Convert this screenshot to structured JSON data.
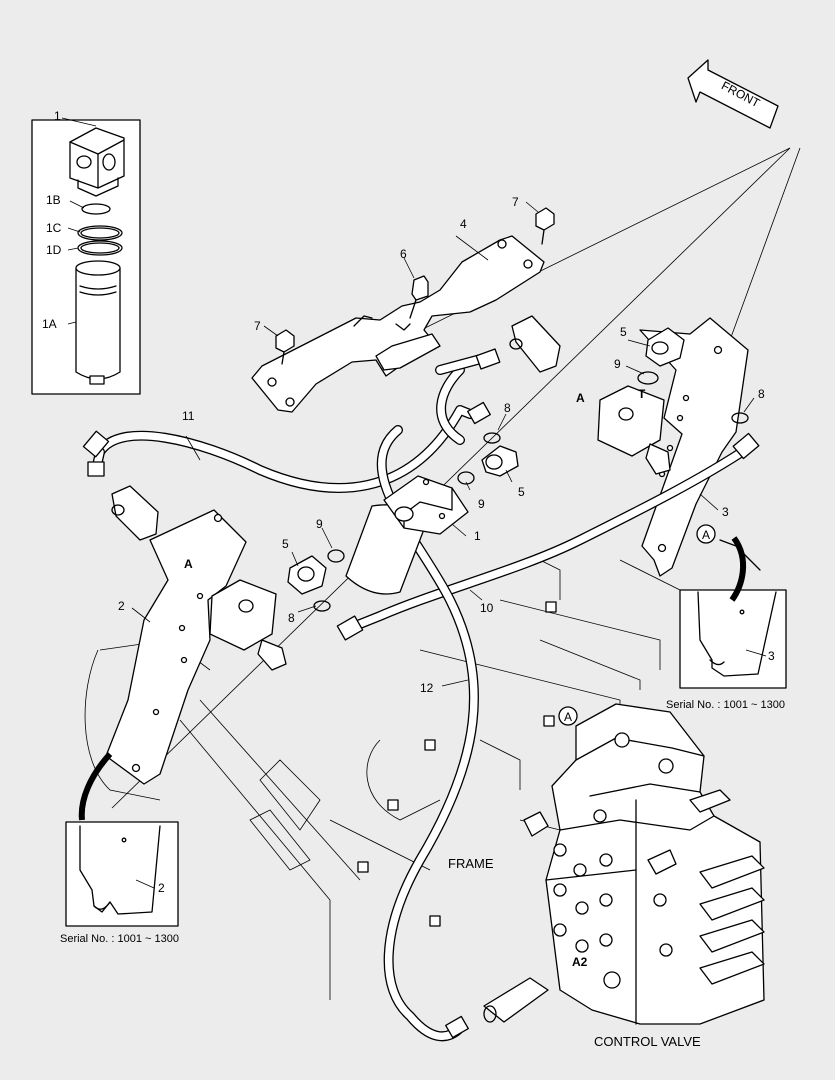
{
  "orientation": {
    "front_label": "FRONT"
  },
  "captions": {
    "frame": "FRAME",
    "control_valve": "CONTROL VALVE"
  },
  "detail_views": [
    {
      "serial": "Serial No. : 1001 ~ 1300",
      "part": "3",
      "ref": "A"
    },
    {
      "serial": "Serial No. : 1001 ~ 1300",
      "part": "2",
      "ref": "A"
    }
  ],
  "ports": {
    "a": "A",
    "t": "T",
    "a2": "A2"
  },
  "filter_kit": {
    "assembly": "1",
    "parts": [
      "1B",
      "1C",
      "1D",
      "1A"
    ]
  },
  "callouts": {
    "c1_main": "1",
    "c2": "2",
    "c3": "3",
    "c4": "4",
    "c5_top": "5",
    "c5_mid": "5",
    "c5_left": "5",
    "c6": "6",
    "c7_top": "7",
    "c7_left": "7",
    "c8_right": "8",
    "c8_mid": "8",
    "c8_left": "8",
    "c9_top": "9",
    "c9_mid": "9",
    "c9_left": "9",
    "c10": "10",
    "c11": "11",
    "c12": "12"
  }
}
